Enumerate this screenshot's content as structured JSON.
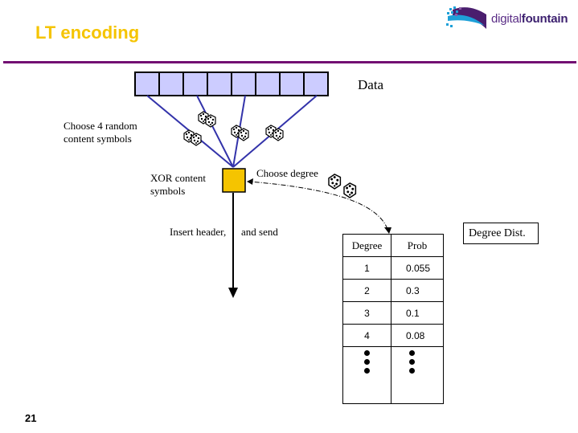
{
  "slide": {
    "title": "LT encoding",
    "page_number": "21",
    "logo": {
      "part1": "digital",
      "part2": "fountain"
    },
    "colors": {
      "title": "#f5c400",
      "rule": "#720f72",
      "data_cells": "#ccccff",
      "lines": "#3333aa",
      "xor_box": "#f5c400"
    }
  },
  "diagram": {
    "data_label": "Data",
    "data_cell_count": 8,
    "choose_label": "Choose 4 random content symbols",
    "xor_label": "XOR content symbols",
    "degree_label": "Choose degree",
    "insert_label": "Insert header,",
    "send_label": "and send",
    "dice_icon": "dice-icon",
    "dist_label": "Degree Dist."
  },
  "degree_table": {
    "headers": [
      "Degree",
      "Prob"
    ],
    "rows": [
      {
        "degree": "1",
        "prob": "0.055"
      },
      {
        "degree": "2",
        "prob": "0.3"
      },
      {
        "degree": "3",
        "prob": "0.1"
      },
      {
        "degree": "4",
        "prob": "0.08"
      }
    ]
  }
}
